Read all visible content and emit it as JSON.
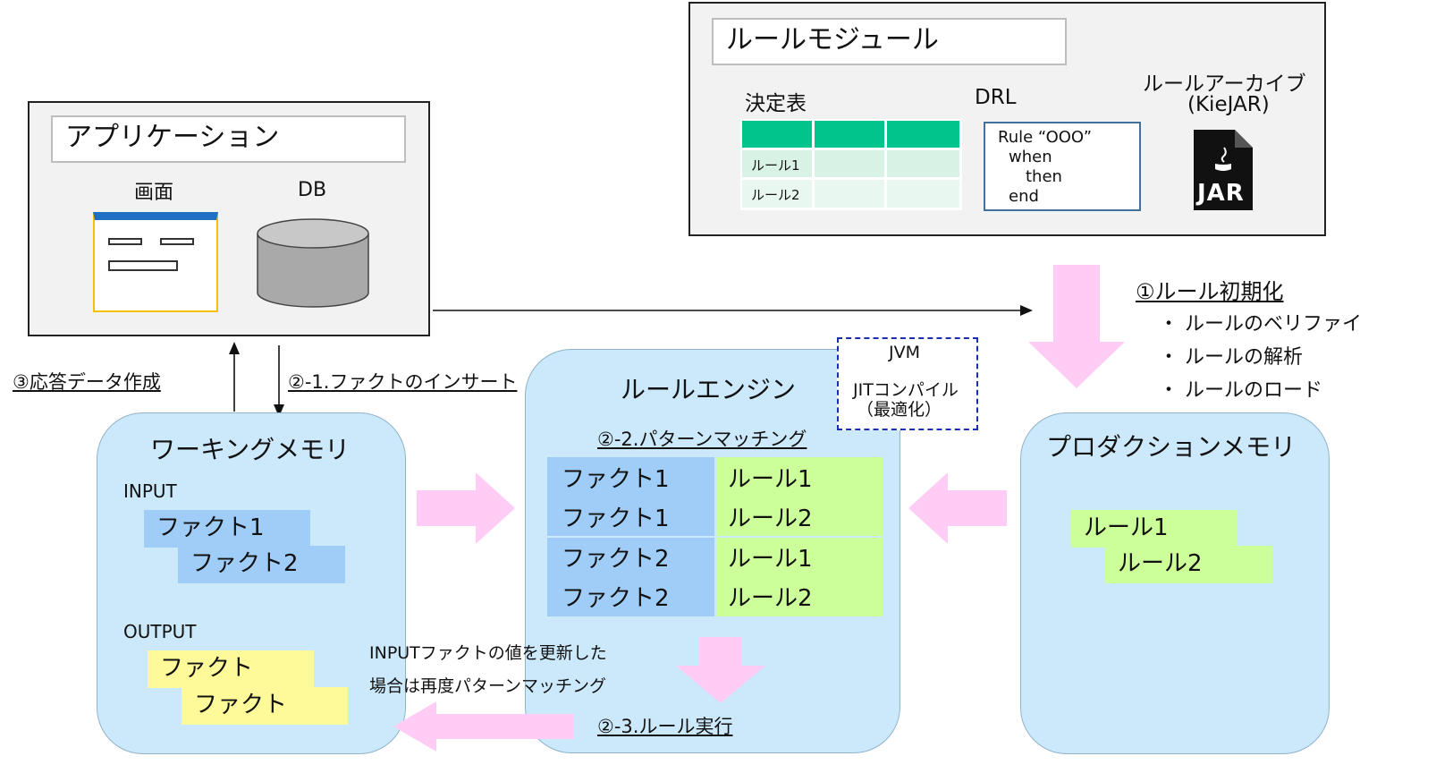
{
  "application": {
    "title": "アプリケーション",
    "screen_label": "画面",
    "db_label": "DB"
  },
  "rule_module": {
    "title": "ルールモジュール",
    "decision_table_label": "決定表",
    "decision_table_rows": [
      "ルール1",
      "ルール2"
    ],
    "drl_label": "DRL",
    "drl_code": [
      "Rule “OOO”",
      "when",
      "then",
      "end"
    ],
    "archive_label_1": "ルールアーカイブ",
    "archive_label_2": "(KieJAR)",
    "jar_icon_text": "JAR"
  },
  "initialization": {
    "title": "①ルール初期化",
    "steps": [
      "・ ルールのベリファイ",
      "・ ルールの解析",
      "・ ルールのロード"
    ]
  },
  "labels": {
    "response_creation": "③応答データ作成",
    "fact_insert": "②-1.ファクトのインサート",
    "rule_execution": "②-3.ルール実行",
    "rematch_note_1": "INPUTファクトの値を更新した",
    "rematch_note_2": "場合は再度パターンマッチング"
  },
  "jvm": {
    "title": "JVM",
    "jit_1": "JITコンパイル",
    "jit_2": "（最適化）"
  },
  "working_memory": {
    "title": "ワーキングメモリ",
    "input_label": "INPUT",
    "input_facts": [
      "ファクト1",
      "ファクト2"
    ],
    "output_label": "OUTPUT",
    "output_facts": [
      "ファクト",
      "ファクト"
    ]
  },
  "rule_engine": {
    "title": "ルールエンジン",
    "pattern_matching": "②-2.パターンマッチング",
    "matches": [
      {
        "fact": "ファクト1",
        "rule": "ルール1"
      },
      {
        "fact": "ファクト1",
        "rule": "ルール2"
      },
      {
        "fact": "ファクト2",
        "rule": "ルール1"
      },
      {
        "fact": "ファクト2",
        "rule": "ルール2"
      }
    ]
  },
  "production_memory": {
    "title": "プロダクションメモリ",
    "rules": [
      "ルール1",
      "ルール2"
    ]
  },
  "colors": {
    "fact": "#9fcdf7",
    "rule": "#ccff99",
    "output": "#fffa99",
    "arrow": "#ffccf5",
    "table_header": "#00c48c",
    "panel": "#cce9fb"
  }
}
